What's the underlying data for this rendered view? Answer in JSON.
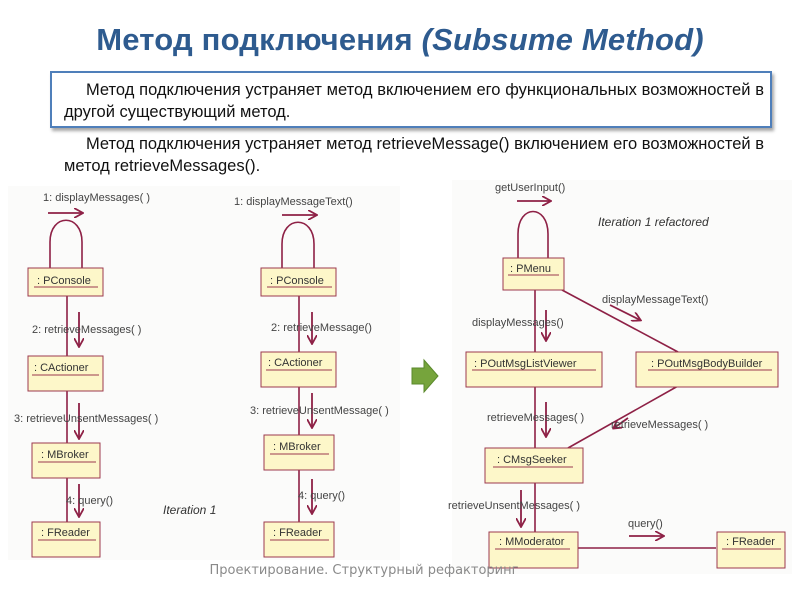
{
  "title": {
    "main": "Метод подключения",
    "english": "(Subsume Method)"
  },
  "definition": "Метод подключения устраняет метод включением его функциональных возможностей в другой существующий метод.",
  "description": "Метод подключения устраняет метод retrieveMessage() включением его возможностей в метод retrieveMessages().",
  "colors": {
    "title": "#2e5b8f",
    "box_border": "#4f7fba",
    "object_fill": "#fdf7c9",
    "object_border": "#9c3a4e",
    "link": "#8e2146",
    "arrow_green": "#76a43c"
  },
  "diagrams": {
    "iteration1": {
      "caption": "Iteration 1",
      "objects": [
        ": PConsole",
        ": CActioner",
        ": MBroker",
        ": FReader"
      ],
      "messages": [
        "1: displayMessages( )",
        "2: retrieveMessages( )",
        "3: retrieveUnsentMessages(  )",
        "4: query()"
      ]
    },
    "iteration1b": {
      "objects": [
        ": PConsole",
        ": CActioner",
        ": MBroker",
        ": FReader"
      ],
      "messages": [
        "1: displayMessageText()",
        "2: retrieveMessage()",
        "3: retrieveUnsentMessage( )",
        "4: query()"
      ]
    },
    "refactored": {
      "caption": "Iteration 1 refactored",
      "objects": [
        ": PMenu",
        ": POutMsgListViewer",
        ": POutMsgBodyBuilder",
        ": CMsgSeeker",
        ": MModerator",
        ": FReader"
      ],
      "messages": [
        "getUserInput()",
        "displayMessageText()",
        "displayMessages()",
        "retrieveMessages(  )",
        "retrieveMessages(  )",
        "retrieveUnsentMessages(  )",
        "query()"
      ]
    }
  },
  "footer": "Проектирование. Структурный рефакторинг"
}
